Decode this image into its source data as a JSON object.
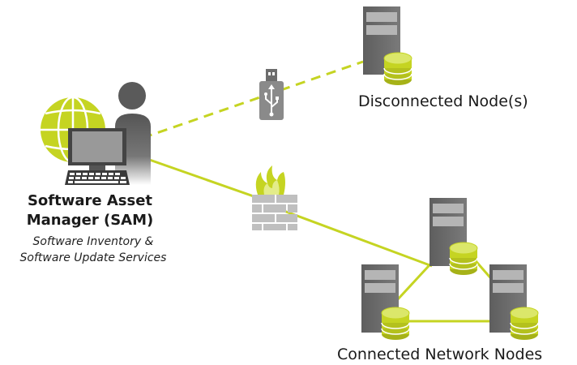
{
  "manager": {
    "title_line1": "Software Asset",
    "title_line2": "Manager (SAM)",
    "subtitle_line1": "Software Inventory &",
    "subtitle_line2": "Software Update Services"
  },
  "disconnected": {
    "label": "Disconnected Node(s)"
  },
  "connected": {
    "label": "Connected Network Nodes"
  },
  "colors": {
    "accent": "#c5d422",
    "server_dark": "#6d6d6d",
    "server_light": "#a8a8a8",
    "person": "#5a5a5a",
    "brick": "#bfbfbf"
  },
  "icons": [
    "globe-icon",
    "person-icon",
    "computer-icon",
    "keyboard-icon",
    "usb-drive-icon",
    "firewall-icon",
    "server-icon",
    "database-icon"
  ]
}
